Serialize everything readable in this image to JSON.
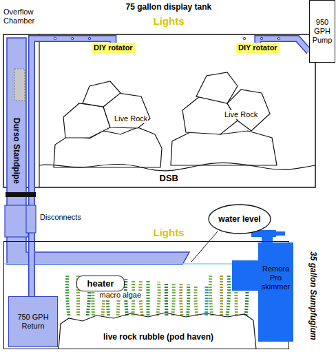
{
  "diagram": {
    "title": "75 gallon display tank",
    "nodes": [
      {
        "text": [
          "950 GPH Pump"
        ]
      },
      {
        "text": [
          "DIY rotator"
        ]
      },
      {
        "text": [
          "DIY rotator"
        ]
      },
      {
        "text": [
          "water level"
        ]
      },
      {
        "text": [
          "35 gallon Sumpfugium"
        ]
      },
      {
        "text": [
          "heater"
        ],
        "in": 4
      },
      {
        "text": [
          "750 GPH Return"
        ],
        "in": 4
      },
      {
        "text": [
          "Remora Pro skimmer"
        ]
      }
    ],
    "edges": [
      {
        "from": 6,
        "to": 1,
        "arrow": "none"
      },
      {
        "from": 0,
        "to": 2,
        "arrow": "none"
      }
    ],
    "labels": [
      "Lights",
      "Overflow Chamber",
      "Live Rock",
      "Live Rock",
      "DSB",
      "Durso Standpipe",
      "Disconnects",
      "Lights",
      "macro algae",
      "live rock rubble (pod haven)"
    ]
  }
}
